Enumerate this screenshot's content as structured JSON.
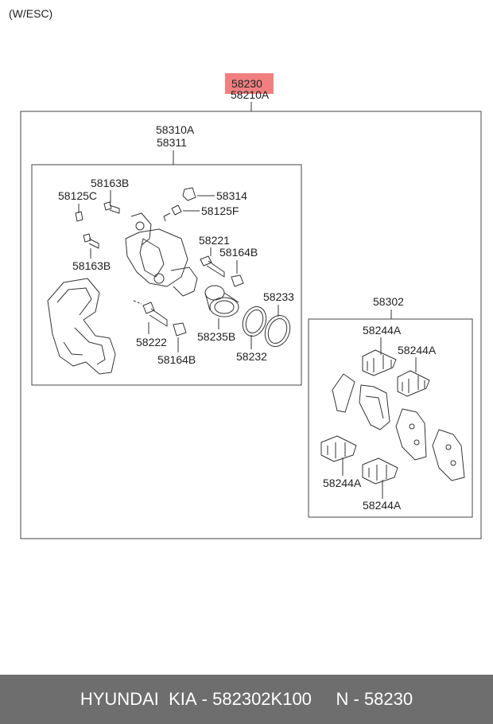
{
  "variant_note": "(W/ESC)",
  "assembly": {
    "highlighted_part": "58230",
    "part_alt": "58210A",
    "highlight_color": "#f08080"
  },
  "caliper": {
    "label1": "58310A",
    "label2": "58311"
  },
  "pads": {
    "label": "58302"
  },
  "callouts": {
    "p58163B_top": "58163B",
    "p58125C": "58125C",
    "p58314": "58314",
    "p58125F": "58125F",
    "p58163B_bottom": "58163B",
    "p58221": "58221",
    "p58164B_top": "58164B",
    "p58233": "58233",
    "p58222": "58222",
    "p58235B": "58235B",
    "p58164B_bottom": "58164B",
    "p58232": "58232",
    "p58244A_1": "58244A",
    "p58244A_2": "58244A",
    "p58244A_3": "58244A",
    "p58244A_4": "58244A"
  },
  "footer": {
    "brand": "HYUNDAI  KIA",
    "sep": " - ",
    "part_code": "582302K100",
    "gap": "     ",
    "n_label": "N - ",
    "n_value": "58230"
  }
}
